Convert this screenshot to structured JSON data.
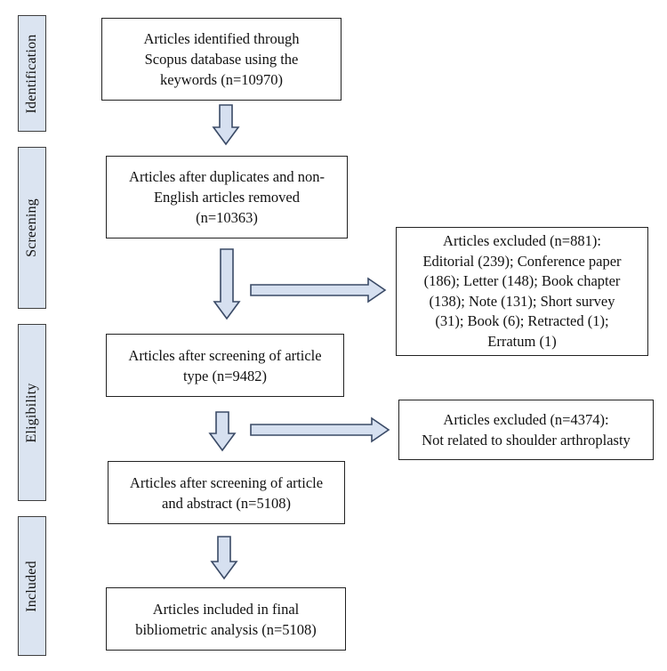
{
  "stages": {
    "identification": "Identification",
    "screening": "Screening",
    "eligibility": "Eligibility",
    "included": "Included"
  },
  "boxes": {
    "identified": "Articles identified through\nScopus database using the\nkeywords (n=10970)",
    "duplicates_removed": "Articles after duplicates and non-\nEnglish articles removed\n(n=10363)",
    "screening_type": "Articles after screening of article\ntype (n=9482)",
    "screening_abstract": "Articles after screening of article\nand abstract (n=5108)",
    "included_final": "Articles included in final\nbibliometric analysis (n=5108)",
    "excluded_type": "Articles excluded (n=881):\nEditorial (239); Conference paper\n(186); Letter (148); Book chapter\n(138); Note (131); Short survey\n(31); Book (6); Retracted (1);\nErratum (1)",
    "excluded_topic": "Articles excluded (n=4374):\nNot related to shoulder arthroplasty"
  },
  "colors": {
    "stage_fill": "#dbe4f1",
    "arrow_fill": "#d6e0f0",
    "arrow_stroke": "#3a4a66",
    "border": "#222222"
  }
}
